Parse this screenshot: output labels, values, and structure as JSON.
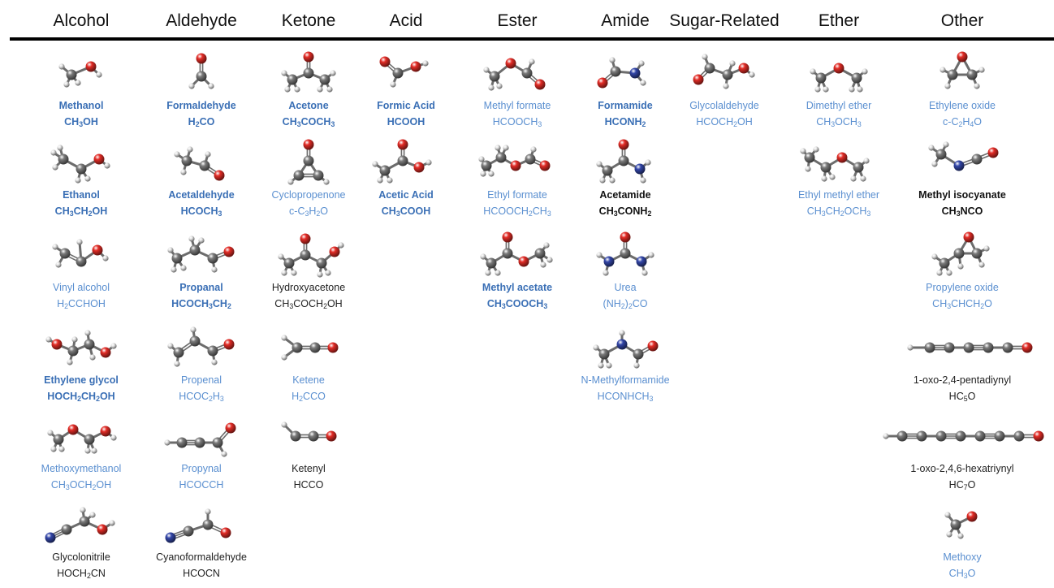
{
  "colors": {
    "detected": "#3a6fb5",
    "tentative": "#5a8fd0",
    "other": "#222222",
    "carbon": "#7b7b7b",
    "oxygen": "#e32c26",
    "nitrogen": "#3346a8",
    "hydrogen": "#e6e6e6",
    "rule": "#000000"
  },
  "columns": [
    {
      "header": "Alcohol",
      "molecules": [
        {
          "name": "Methanol",
          "formula": "CH₃OH",
          "style": "detected"
        },
        {
          "name": "Ethanol",
          "formula": "CH₃CH₂OH",
          "style": "detected"
        },
        {
          "name": "Vinyl alcohol",
          "formula": "H₂CCHOH",
          "style": "tentative"
        },
        {
          "name": "Ethylene glycol",
          "formula": "HOCH₂CH₂OH",
          "style": "detected"
        },
        {
          "name": "Methoxymethanol",
          "formula": "CH₃OCH₂OH",
          "style": "tentative"
        },
        {
          "name": "Glycolonitrile",
          "formula": "HOCH₂CN",
          "style": "other"
        }
      ]
    },
    {
      "header": "Aldehyde",
      "molecules": [
        {
          "name": "Formaldehyde",
          "formula": "H₂CO",
          "style": "detected"
        },
        {
          "name": "Acetaldehyde",
          "formula": "HCOCH₃",
          "style": "detected"
        },
        {
          "name": "Propanal",
          "formula": "HCOCH₃CH₂",
          "style": "detected"
        },
        {
          "name": "Propenal",
          "formula": "HCOC₂H₃",
          "style": "tentative"
        },
        {
          "name": "Propynal",
          "formula": "HCOCCH",
          "style": "tentative"
        },
        {
          "name": "Cyanoformaldehyde",
          "formula": "HCOCN",
          "style": "other"
        }
      ]
    },
    {
      "header": "Ketone",
      "molecules": [
        {
          "name": "Acetone",
          "formula": "CH₃COCH₃",
          "style": "detected"
        },
        {
          "name": "Cyclopropenone",
          "formula": "c-C₃H₂O",
          "style": "tentative"
        },
        {
          "name": "Hydroxyacetone",
          "formula": "CH₃COCH₂OH",
          "style": "other"
        },
        {
          "name": "Ketene",
          "formula": "H₂CCO",
          "style": "tentative"
        },
        {
          "name": "Ketenyl",
          "formula": "HCCO",
          "style": "other"
        }
      ]
    },
    {
      "header": "Acid",
      "molecules": [
        {
          "name": "Formic Acid",
          "formula": "HCOOH",
          "style": "detected"
        },
        {
          "name": "Acetic Acid",
          "formula": "CH₃COOH",
          "style": "detected"
        }
      ]
    },
    {
      "header": "Ester",
      "molecules": [
        {
          "name": "Methyl formate",
          "formula": "HCOOCH₃",
          "style": "tentative"
        },
        {
          "name": "Ethyl formate",
          "formula": "HCOOCH₂CH₃",
          "style": "tentative"
        },
        {
          "name": "Methyl acetate",
          "formula": "CH₃COOCH₃",
          "style": "detected"
        }
      ]
    },
    {
      "header": "Amide",
      "molecules": [
        {
          "name": "Formamide",
          "formula": "HCONH₂",
          "style": "detected"
        },
        {
          "name": "Acetamide",
          "formula": "CH₃CONH₂",
          "style": "otherbold"
        },
        {
          "name": "Urea",
          "formula": "(NH₂)₂CO",
          "style": "tentative"
        },
        {
          "name": "N-Methylformamide",
          "formula": "HCONHCH₃",
          "style": "tentative"
        }
      ]
    },
    {
      "header": "Sugar-Related",
      "molecules": [
        {
          "name": "Glycolaldehyde",
          "formula": "HCOCH₂OH",
          "style": "tentative"
        }
      ]
    },
    {
      "header": "Ether",
      "molecules": [
        {
          "name": "Dimethyl ether",
          "formula": "CH₃OCH₃",
          "style": "tentative"
        },
        {
          "name": "Ethyl methyl ether",
          "formula": "CH₃CH₂OCH₃",
          "style": "tentative"
        }
      ]
    },
    {
      "header": "Other",
      "molecules": [
        {
          "name": "Ethylene oxide",
          "formula": "c-C₂H₄O",
          "style": "tentative"
        },
        {
          "name": "Methyl isocyanate",
          "formula": "CH₃NCO",
          "style": "otherbold"
        },
        {
          "name": "Propylene oxide",
          "formula": "CH₃CHCH₂O",
          "style": "tentative"
        },
        {
          "name": "1-oxo-2,4-pentadiynyl",
          "formula": "HC₅O",
          "style": "other"
        },
        {
          "name": "1-oxo-2,4,6-hexatriynyl",
          "formula": "HC₇O",
          "style": "other"
        },
        {
          "name": "Methoxy",
          "formula": "CH₃O",
          "style": "tentative"
        }
      ]
    }
  ]
}
